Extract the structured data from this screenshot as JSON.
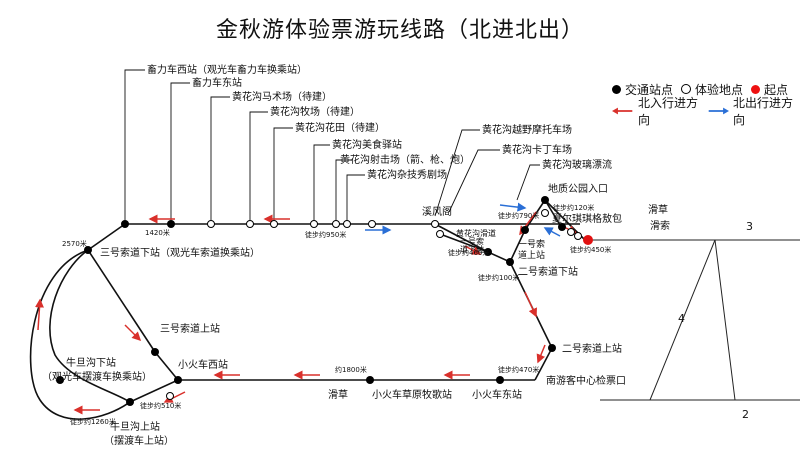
{
  "title": "金秋游体验票游玩线路（北进北出）",
  "legend": {
    "traffic_station": "交通站点",
    "experience_site": "体验地点",
    "start": "起点",
    "north_in": "北入行进方向",
    "north_out": "北出行进方向"
  },
  "top_labels": [
    "畜力车西站（观光车畜力车换乘站）",
    "畜力车东站",
    "黄花沟马术场（待建）",
    "黄花沟牧场（待建）",
    "黄花沟花田（待建）",
    "黄花沟美食驿站",
    "黄花沟射击场（箭、枪、炮）",
    "黄花沟杂技秀剧场",
    "黄花沟越野摩托车场",
    "黄花沟卡丁车场",
    "黄花沟玻璃漂流"
  ],
  "places": {
    "xifengge": "溪风阁",
    "geopark": "地质公园入口",
    "xiaerqiqi": "夏尔琪琪格敖包",
    "huacao": "滑草",
    "huasuo": "滑索",
    "cableway3_down": "三号索道下站（观光车索道换乘站）",
    "cableway3_up": "三号索道上站",
    "cableway1_up_a": "一号索",
    "cableway1_up_b": "道上站",
    "cableway2_down": "二号索道下站",
    "cableway2_up": "二号索道上站",
    "niudan_down_a": "牛旦沟下站",
    "niudan_down_b": "（观光车摆渡车换乘站）",
    "niudan_up_a": "牛旦沟上站",
    "niudan_up_b": "（摆渡车上站）",
    "train_west": "小火车西站",
    "train_east": "小火车东站",
    "grassland": "小火车草原牧歌站",
    "huacao2": "滑草",
    "south_center": "南游客中心检票口",
    "slide": "黄花沟滑道",
    "slide_sub1": "一号索",
    "slide_sub2": "道下站"
  },
  "distances": {
    "d1420": "1420米",
    "d950": "徒步约950米",
    "d790": "徒步约790米",
    "d120": "徒步约120米",
    "d460": "徒步约460米",
    "d450": "徒步约450米",
    "d100": "徒步约100米",
    "d2570": "2570米",
    "d510": "徒步约510米",
    "d1260": "徒步约1260米",
    "d1800": "约1800米",
    "d470": "徒步约470米"
  },
  "right_numbers": [
    "3",
    "4",
    "2"
  ],
  "colors": {
    "route": "#111111",
    "north_in": "#d9302b",
    "north_out": "#2a6fd6",
    "start": "#e11111",
    "boundary": "#222222"
  }
}
